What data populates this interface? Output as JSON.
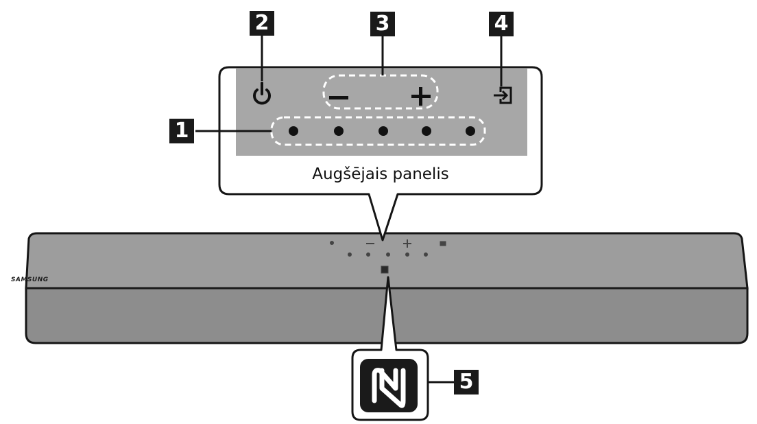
{
  "top_panel": {
    "label": "Augšējais panelis"
  },
  "callouts": [
    {
      "number": "1",
      "target": "led-indicators"
    },
    {
      "number": "2",
      "target": "power-button"
    },
    {
      "number": "3",
      "target": "volume-buttons"
    },
    {
      "number": "4",
      "target": "source-button"
    },
    {
      "number": "5",
      "target": "nfc-logo"
    }
  ],
  "icons": {
    "power": "power-icon",
    "volume_down": "minus-icon",
    "volume_up": "plus-icon",
    "source": "source-input-icon",
    "nfc": "nfc-icon"
  },
  "device": {
    "brand": "SAMSUNG"
  },
  "colors": {
    "panel_fill": "#a7a7a7",
    "device_top": "#9c9c9c",
    "device_front": "#8c8c8c",
    "outline": "#151515",
    "label_badge": "#1a1a1a"
  }
}
